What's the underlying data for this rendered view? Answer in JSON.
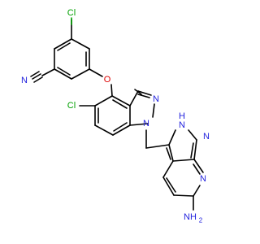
{
  "molecule": {
    "atom_labels": {
      "cl_top": "Cl",
      "nitrile_n": "N",
      "ether_o": "O",
      "cl_left": "Cl",
      "indazole_n2": "N",
      "indazole_n1": "N",
      "pyrazole_nh": "N",
      "pyrazole_nh_h": "H",
      "pyrazole_n": "N",
      "pyridine_n": "N",
      "amine_n": "NH",
      "amine_sub": "2"
    },
    "colors": {
      "bond": "#000000",
      "chlorine": "#00a000",
      "nitrogen": "#2222dd",
      "oxygen": "#dd0000"
    }
  }
}
